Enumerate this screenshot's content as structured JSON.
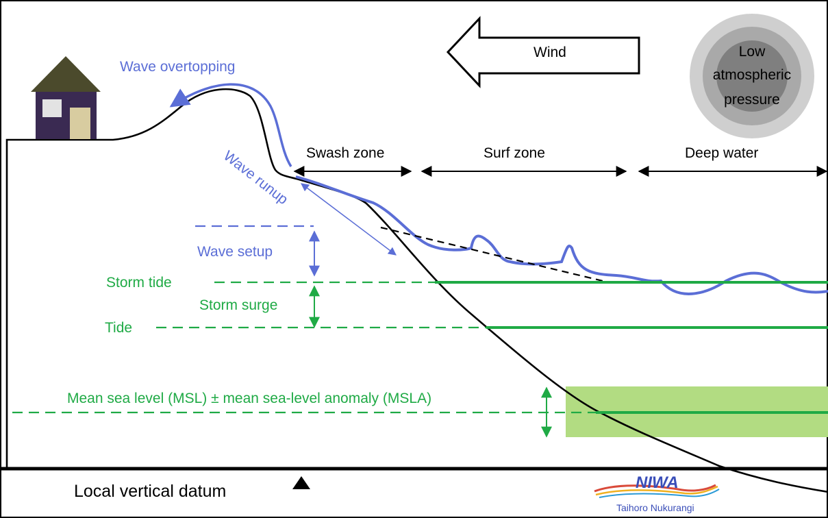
{
  "labels": {
    "wave_overtopping": "Wave overtopping",
    "wind": "Wind",
    "pressure_line1": "Low",
    "pressure_line2": "atmospheric",
    "pressure_line3": "pressure",
    "swash_zone": "Swash zone",
    "surf_zone": "Surf zone",
    "deep_water": "Deep water",
    "wave_runup": "Wave runup",
    "wave_setup": "Wave setup",
    "storm_tide": "Storm tide",
    "storm_surge": "Storm surge",
    "tide": "Tide",
    "msl": "Mean sea level (MSL) ± mean sea-level anomaly (MSLA)",
    "datum": "Local vertical datum"
  },
  "logo": {
    "name": "NIWA",
    "tagline": "Taihoro Nukurangi"
  },
  "colors": {
    "blue": "#5b6ed6",
    "green": "#1faa45",
    "msla_band": "#b2dc82",
    "house_wall": "#3a2a52",
    "house_roof": "#4b4a2c",
    "window": "#e3e3e3",
    "door": "#d8cca0"
  },
  "icons": [
    "house-icon",
    "wind-arrow-icon",
    "low-pressure-icon",
    "datum-triangle-icon",
    "niwa-logo-icon"
  ]
}
